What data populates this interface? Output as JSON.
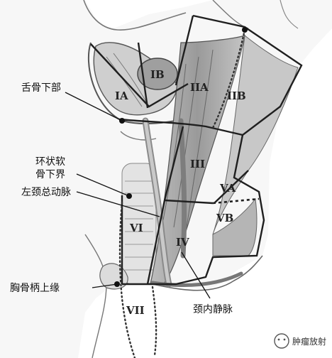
{
  "zones": {
    "IA": "IA",
    "IB": "IB",
    "IIA": "IIA",
    "IIB": "IIB",
    "III": "III",
    "VA": "VA",
    "VB": "VB",
    "IV": "IV",
    "VI": "VI",
    "VII": "VII"
  },
  "callouts": {
    "hyoid_lower": "舌骨下部",
    "cricoid_line1": "环状软",
    "cricoid_line2": "骨下界",
    "left_carotid": "左颈总动脉",
    "manubrium_upper": "胸骨柄上缘",
    "internal_jugular": "颈内静脉"
  },
  "watermark": {
    "text": "肿瘤放射"
  }
}
